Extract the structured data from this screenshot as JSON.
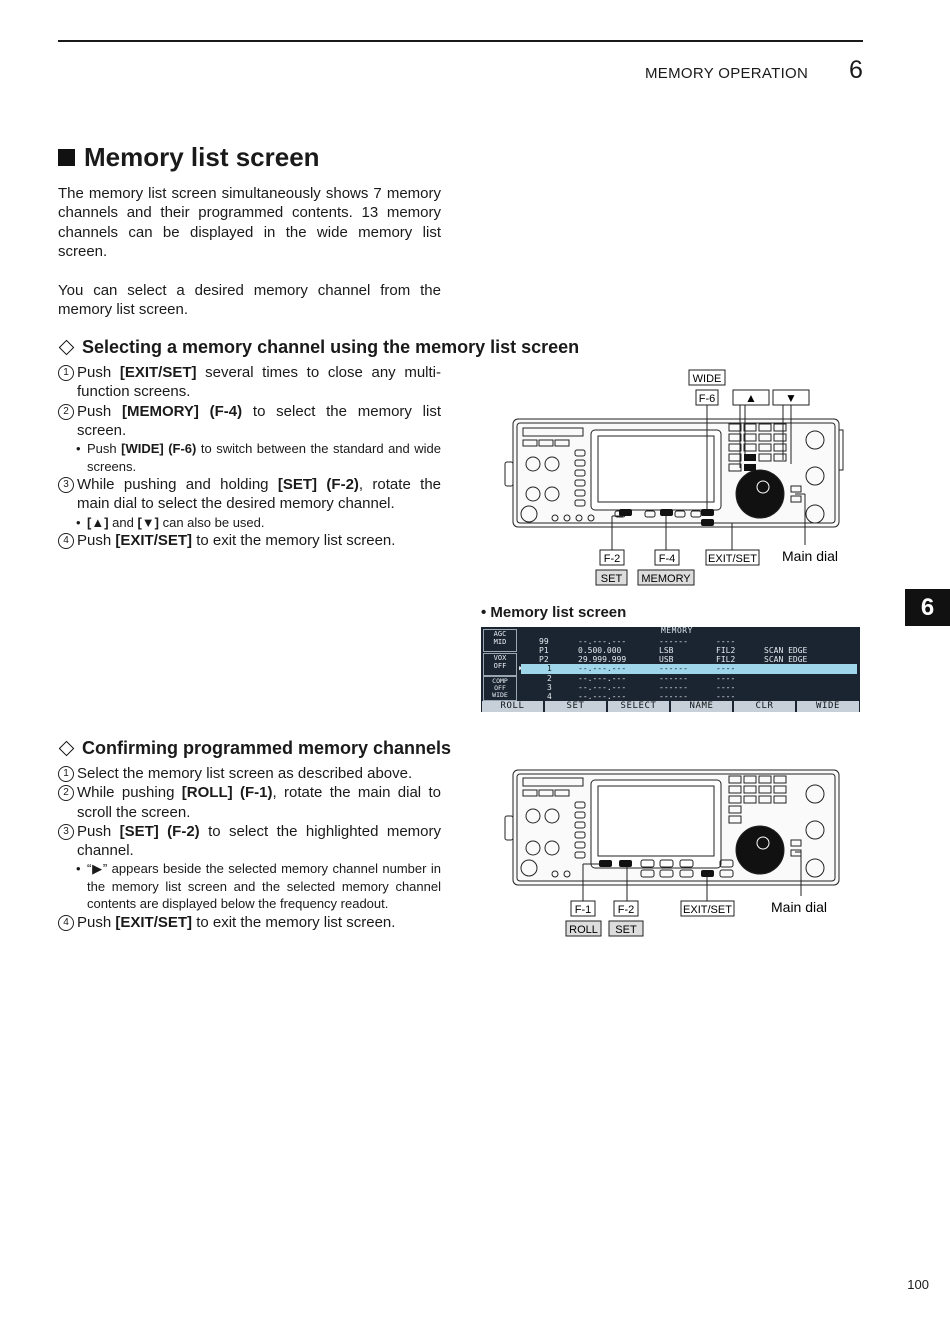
{
  "header": {
    "section": "MEMORY OPERATION",
    "chapter": "6"
  },
  "tab": "6",
  "title": "Memory list screen",
  "intro": [
    "The memory list screen simultaneously shows 7 memory channels and their programmed contents. 13 memory channels can be displayed in the wide memory list screen.",
    "You can select a desired memory channel from the memory list screen."
  ],
  "section1": {
    "heading": "Selecting a memory channel using the memory list screen",
    "s1": {
      "num": "1",
      "a": "Push ",
      "b": "[EXIT/SET]",
      "c": " several times to close any multi-function screens."
    },
    "s2": {
      "num": "2",
      "a": "Push ",
      "b": "[MEMORY] (F-4)",
      "c": " to select the memory list screen."
    },
    "s2b": {
      "a": "Push ",
      "b": "[WIDE] (F-6)",
      "c": " to switch between the standard and wide screens."
    },
    "s3": {
      "num": "3",
      "a": "While pushing and holding ",
      "b": "[SET] (F-2)",
      "c": ", rotate the main dial to select the desired memory channel."
    },
    "s3b": {
      "a": "[▲]",
      "b": " and ",
      "c": "[▼]",
      "d": " can also be used."
    },
    "s4": {
      "num": "4",
      "a": "Push ",
      "b": "[EXIT/SET]",
      "c": " to exit the memory list screen."
    }
  },
  "diagram1": {
    "wide": "WIDE",
    "f6": "F-6",
    "up": "▲",
    "down": "▼",
    "f2": "F-2",
    "f4": "F-4",
    "exitset": "EXIT/SET",
    "maindial": "Main dial",
    "set": "SET",
    "memory": "MEMORY"
  },
  "screen": {
    "caption": "• Memory list screen",
    "title": "MEMORY",
    "side": [
      "AGC\nMID",
      "VOX\nOFF",
      "COMP\nOFF\nWIDE"
    ],
    "rows": [
      {
        "ch": "99",
        "freq": "--.---.---",
        "mode": "------",
        "fil": "----",
        "name": ""
      },
      {
        "ch": "P1",
        "freq": "0.500.000",
        "mode": "LSB",
        "fil": "FIL2",
        "name": "SCAN EDGE"
      },
      {
        "ch": "P2",
        "freq": "29.999.999",
        "mode": "USB",
        "fil": "FIL2",
        "name": "SCAN EDGE"
      },
      {
        "ch": "1",
        "freq": "--.---.---",
        "mode": "------",
        "fil": "----",
        "name": ""
      },
      {
        "ch": "2",
        "freq": "--.---.---",
        "mode": "------",
        "fil": "----",
        "name": ""
      },
      {
        "ch": "3",
        "freq": "--.---.---",
        "mode": "------",
        "fil": "----",
        "name": ""
      },
      {
        "ch": "4",
        "freq": "--.---.---",
        "mode": "------",
        "fil": "----",
        "name": ""
      }
    ],
    "fkeys": [
      "ROLL",
      "SET",
      "SELECT",
      "NAME",
      "CLR",
      "WIDE"
    ]
  },
  "section2": {
    "heading": "Confirming programmed memory channels",
    "s1": {
      "num": "1",
      "a": "Select the memory list screen as described above."
    },
    "s2": {
      "num": "2",
      "a": "While pushing ",
      "b": "[ROLL] (F-1)",
      "c": ", rotate the main dial to scroll the screen."
    },
    "s3": {
      "num": "3",
      "a": "Push ",
      "b": "[SET] (F-2)",
      "c": " to select the highlighted memory channel."
    },
    "s3b": {
      "a": "“▶” appears beside the selected memory channel number in the memory list screen and the selected memory channel contents are displayed below the frequency readout."
    },
    "s4": {
      "num": "4",
      "a": "Push ",
      "b": "[EXIT/SET]",
      "c": " to exit the memory list screen."
    }
  },
  "diagram2": {
    "f1": "F-1",
    "f2": "F-2",
    "exitset": "EXIT/SET",
    "maindial": "Main dial",
    "roll": "ROLL",
    "set": "SET"
  },
  "page_number": "100"
}
